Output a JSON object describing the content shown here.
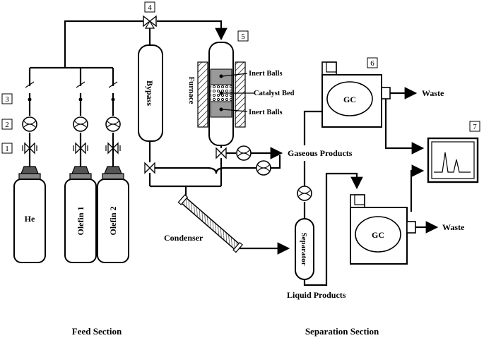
{
  "diagram": {
    "numbers": [
      "1",
      "2",
      "3",
      "4",
      "5",
      "6",
      "7"
    ],
    "cylinders": {
      "he": "He",
      "olefin1": "Olefin  1",
      "olefin2": "Olefin  2"
    },
    "bypass": "Bypass",
    "furnace": "Furnace",
    "reactor": {
      "inert_top": "Inert Balls",
      "catalyst": "Catalyst Bed",
      "inert_bottom": "Inert Balls"
    },
    "gc_top": "GC",
    "gc_bottom": "GC",
    "waste_top": "Waste",
    "waste_bottom": "Waste",
    "gaseous_products": "Gaseous Products",
    "condenser": "Condenser",
    "separator": "Separator",
    "liquid_products": "Liquid Products",
    "feed_section": "Feed Section",
    "separation_section": "Separation Section"
  }
}
